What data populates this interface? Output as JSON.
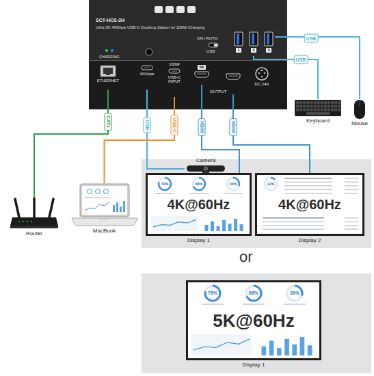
{
  "diagram": {
    "nodes": [
      {
        "text": [
          "SCT-HCS-2H",
          "Ultra 5K 40Gbps USB-C Docking Station w/ 100W Charging"
        ]
      },
      {
        "text": [
          "ETHERNET"
        ],
        "in": 0
      },
      {
        "text": [
          "40Gbps"
        ],
        "in": 0
      },
      {
        "text": [
          "100W",
          "USB-C INPUT"
        ],
        "in": 0
      },
      {
        "text": [
          "OUTPUT"
        ],
        "in": 0
      },
      {
        "text": [
          "5K"
        ],
        "in": 4
      },
      {
        "text": [
          "DC 24V"
        ],
        "in": 0
      },
      {
        "text": [
          "1"
        ],
        "in": 0
      },
      {
        "text": [
          "2"
        ],
        "in": 0
      },
      {
        "text": [
          "3"
        ],
        "in": 0
      },
      {
        "text": [
          "Router"
        ]
      },
      {
        "text": [
          "MacBook"
        ]
      },
      {
        "text": [
          "Camera"
        ]
      },
      {
        "text": [
          "4K@60Hz",
          "Display 1"
        ]
      },
      {
        "text": [
          "4K@60Hz",
          "Display 2"
        ]
      },
      {
        "text": [
          "Keyboard"
        ]
      },
      {
        "text": [
          "Mouse"
        ]
      },
      {
        "text": [
          "5K@60Hz",
          "Display 1"
        ]
      }
    ],
    "edges": [
      {
        "from": 1,
        "to": 10,
        "label": "CATx",
        "arrow": "none"
      },
      {
        "from": 2,
        "to": 12,
        "label": "USB",
        "arrow": "none"
      },
      {
        "from": 3,
        "to": 11,
        "label": "USB-C",
        "arrow": "none"
      },
      {
        "from": 5,
        "to": 13,
        "label": "HDMI",
        "arrow": "none"
      },
      {
        "from": 4,
        "to": 14,
        "label": "HDMI",
        "arrow": "none"
      },
      {
        "from": 8,
        "to": 15,
        "label": "USB",
        "arrow": "none"
      },
      {
        "from": 9,
        "to": 16,
        "label": "USB",
        "arrow": "none"
      }
    ],
    "labels": [
      "CHARGING",
      "ON | AUTO",
      "USB",
      "or",
      "79%",
      "68%",
      "30%",
      "12%",
      "79%",
      "68%",
      "30%"
    ]
  }
}
